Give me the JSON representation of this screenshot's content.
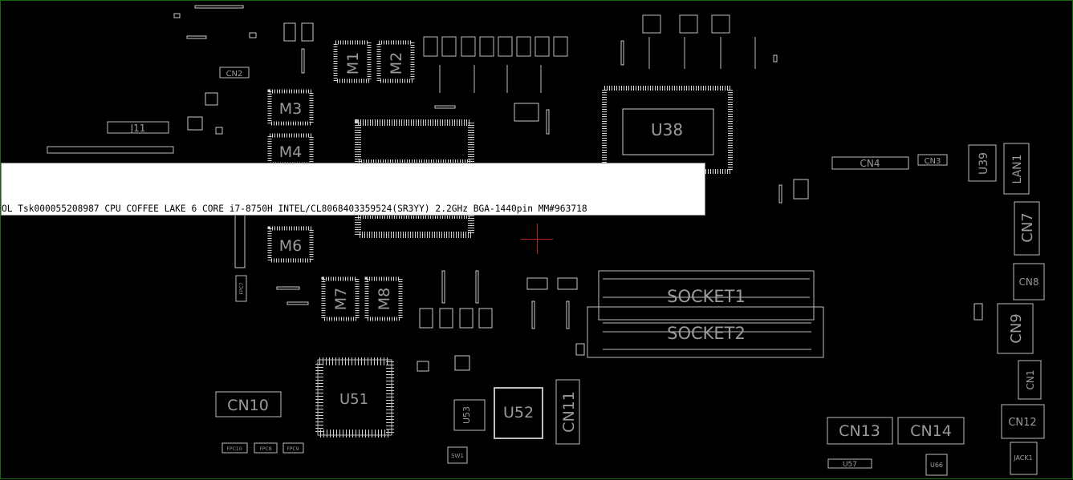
{
  "tooltip": {
    "text": "OL Tsk000055208987 CPU COFFEE LAKE 6 CORE i7-8750H INTEL/CL8068403359524(SR3YY) 2.2GHz BGA-1440pin  MM#963718"
  },
  "components": {
    "u38": "U38",
    "m1": "M1",
    "m2": "M2",
    "m3": "M3",
    "m4": "M4",
    "m6": "M6",
    "m7": "M7",
    "m8": "M8",
    "cn2": "CN2",
    "j11": "J11",
    "cn4": "CN4",
    "cn3": "CN3",
    "u39": "U39",
    "lan1": "LAN1",
    "cn7": "CN7",
    "cn8": "CN8",
    "cn9": "CN9",
    "cn1": "CN1",
    "cn12": "CN12",
    "jack1": "JACK1",
    "socket1": "SOCKET1",
    "socket2": "SOCKET2",
    "cn10": "CN10",
    "u51": "U51",
    "u52": "U52",
    "cn11": "CN11",
    "u53": "U53",
    "sw1": "SW1",
    "cn13": "CN13",
    "cn14": "CN14",
    "u57": "U57",
    "u66": "U66",
    "fpc10": "FPC10",
    "fpc8": "FPC8",
    "fpc9": "FPC9",
    "fpc7": "FPC7"
  }
}
